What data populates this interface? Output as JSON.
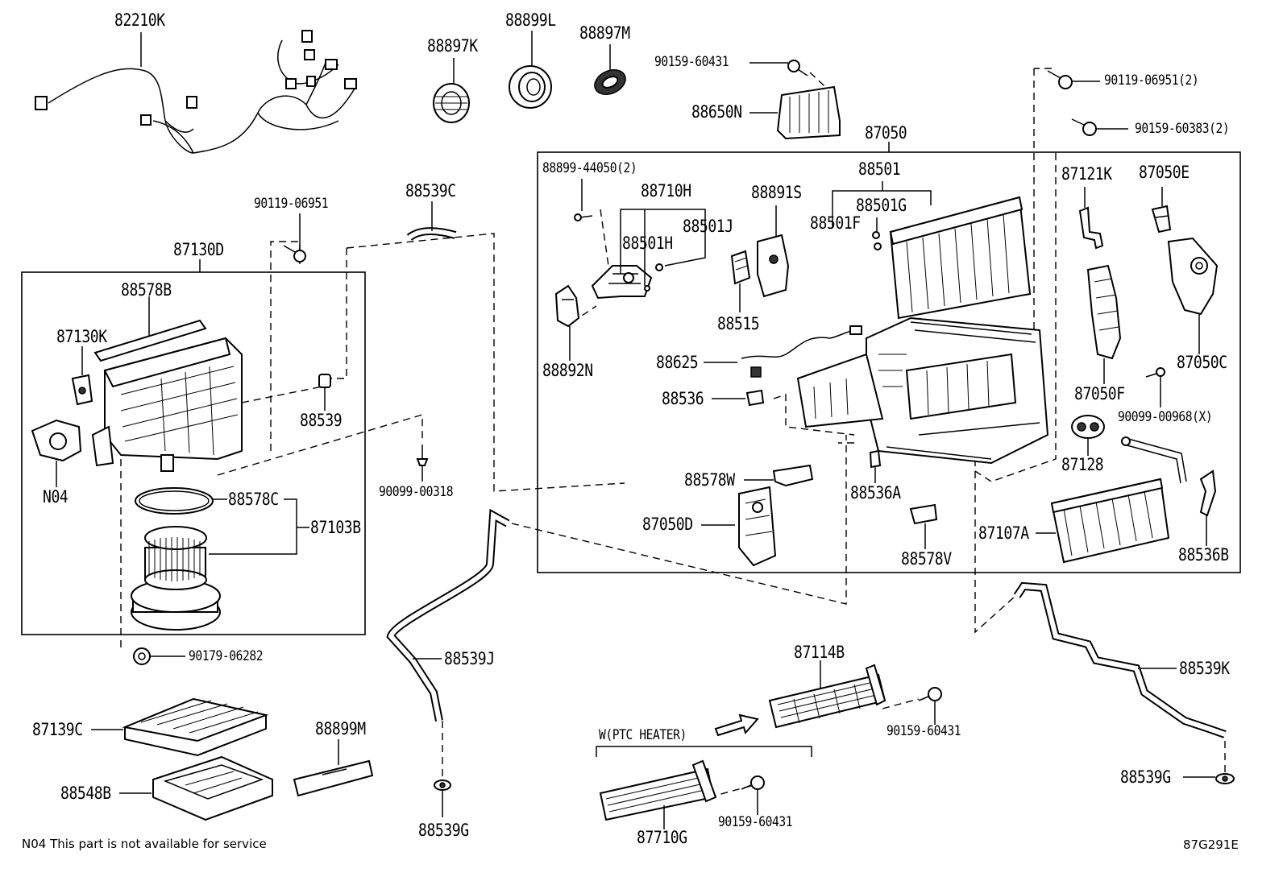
{
  "diagram": {
    "labels": {
      "p82210K": "82210K",
      "p88897K": "88897K",
      "p88899L": "88899L",
      "p88897M": "88897M",
      "b9015960431_top": "90159-60431",
      "p88650N": "88650N",
      "b9011906951x2": "90119-06951(2)",
      "b9015960383x2": "90159-60383(2)",
      "p87050": "87050",
      "b8889944050x2": "88899-44050(2)",
      "p88710H": "88710H",
      "p88891S": "88891S",
      "p88501": "88501",
      "p88501G": "88501G",
      "p88501J": "88501J",
      "p88501F": "88501F",
      "p88501H": "88501H",
      "p88515": "88515",
      "p88892N": "88892N",
      "p88625": "88625",
      "p88536": "88536",
      "p87121K": "87121K",
      "p87050E": "87050E",
      "p87050C": "87050C",
      "p87050F": "87050F",
      "b9009900968x": "90099-00968(X)",
      "p87128": "87128",
      "p88578W": "88578W",
      "p88536A": "88536A",
      "p87050D": "87050D",
      "p88578V": "88578V",
      "p87107A": "87107A",
      "p88536B": "88536B",
      "b9011906951": "90119-06951",
      "p88539C": "88539C",
      "p87130D": "87130D",
      "p88578B": "88578B",
      "p87130K": "87130K",
      "p88539": "88539",
      "pN04": "N04",
      "b9009900318": "90099-00318",
      "p88578C": "88578C",
      "p87103B": "87103B",
      "b9017906282": "90179-06282",
      "p88539J": "88539J",
      "p87114B": "87114B",
      "b9015960431_mid": "90159-60431",
      "p88539K": "88539K",
      "p87139C": "87139C",
      "p88899M": "88899M",
      "p88548B": "88548B",
      "p88539G_left": "88539G",
      "ptc_heater": "W(PTC HEATER)",
      "b9015960431_low": "90159-60431",
      "p87710G": "87710G",
      "p88539G_right": "88539G"
    },
    "footer_note": "N04 This part is not available for service",
    "figure_code": "87G291E"
  }
}
